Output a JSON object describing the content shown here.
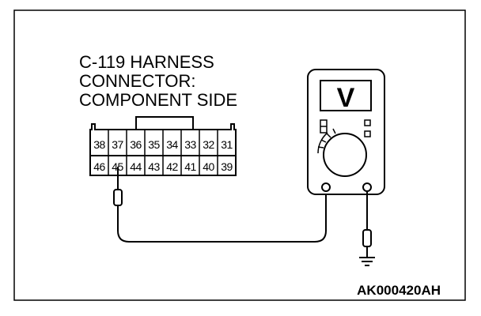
{
  "connector": {
    "label_lines": [
      "C-119 HARNESS",
      "CONNECTOR:",
      "COMPONENT SIDE"
    ],
    "top_row_pins": [
      "38",
      "37",
      "36",
      "35",
      "34",
      "33",
      "32",
      "31"
    ],
    "bottom_row_pins": [
      "46",
      "45",
      "44",
      "43",
      "42",
      "41",
      "40",
      "39"
    ],
    "probed_pin": "45"
  },
  "meter": {
    "display_symbol": "V",
    "icon": "multimeter-icon"
  },
  "ground": {
    "icon": "ground-symbol-icon"
  },
  "figure_code": "AK000420AH"
}
